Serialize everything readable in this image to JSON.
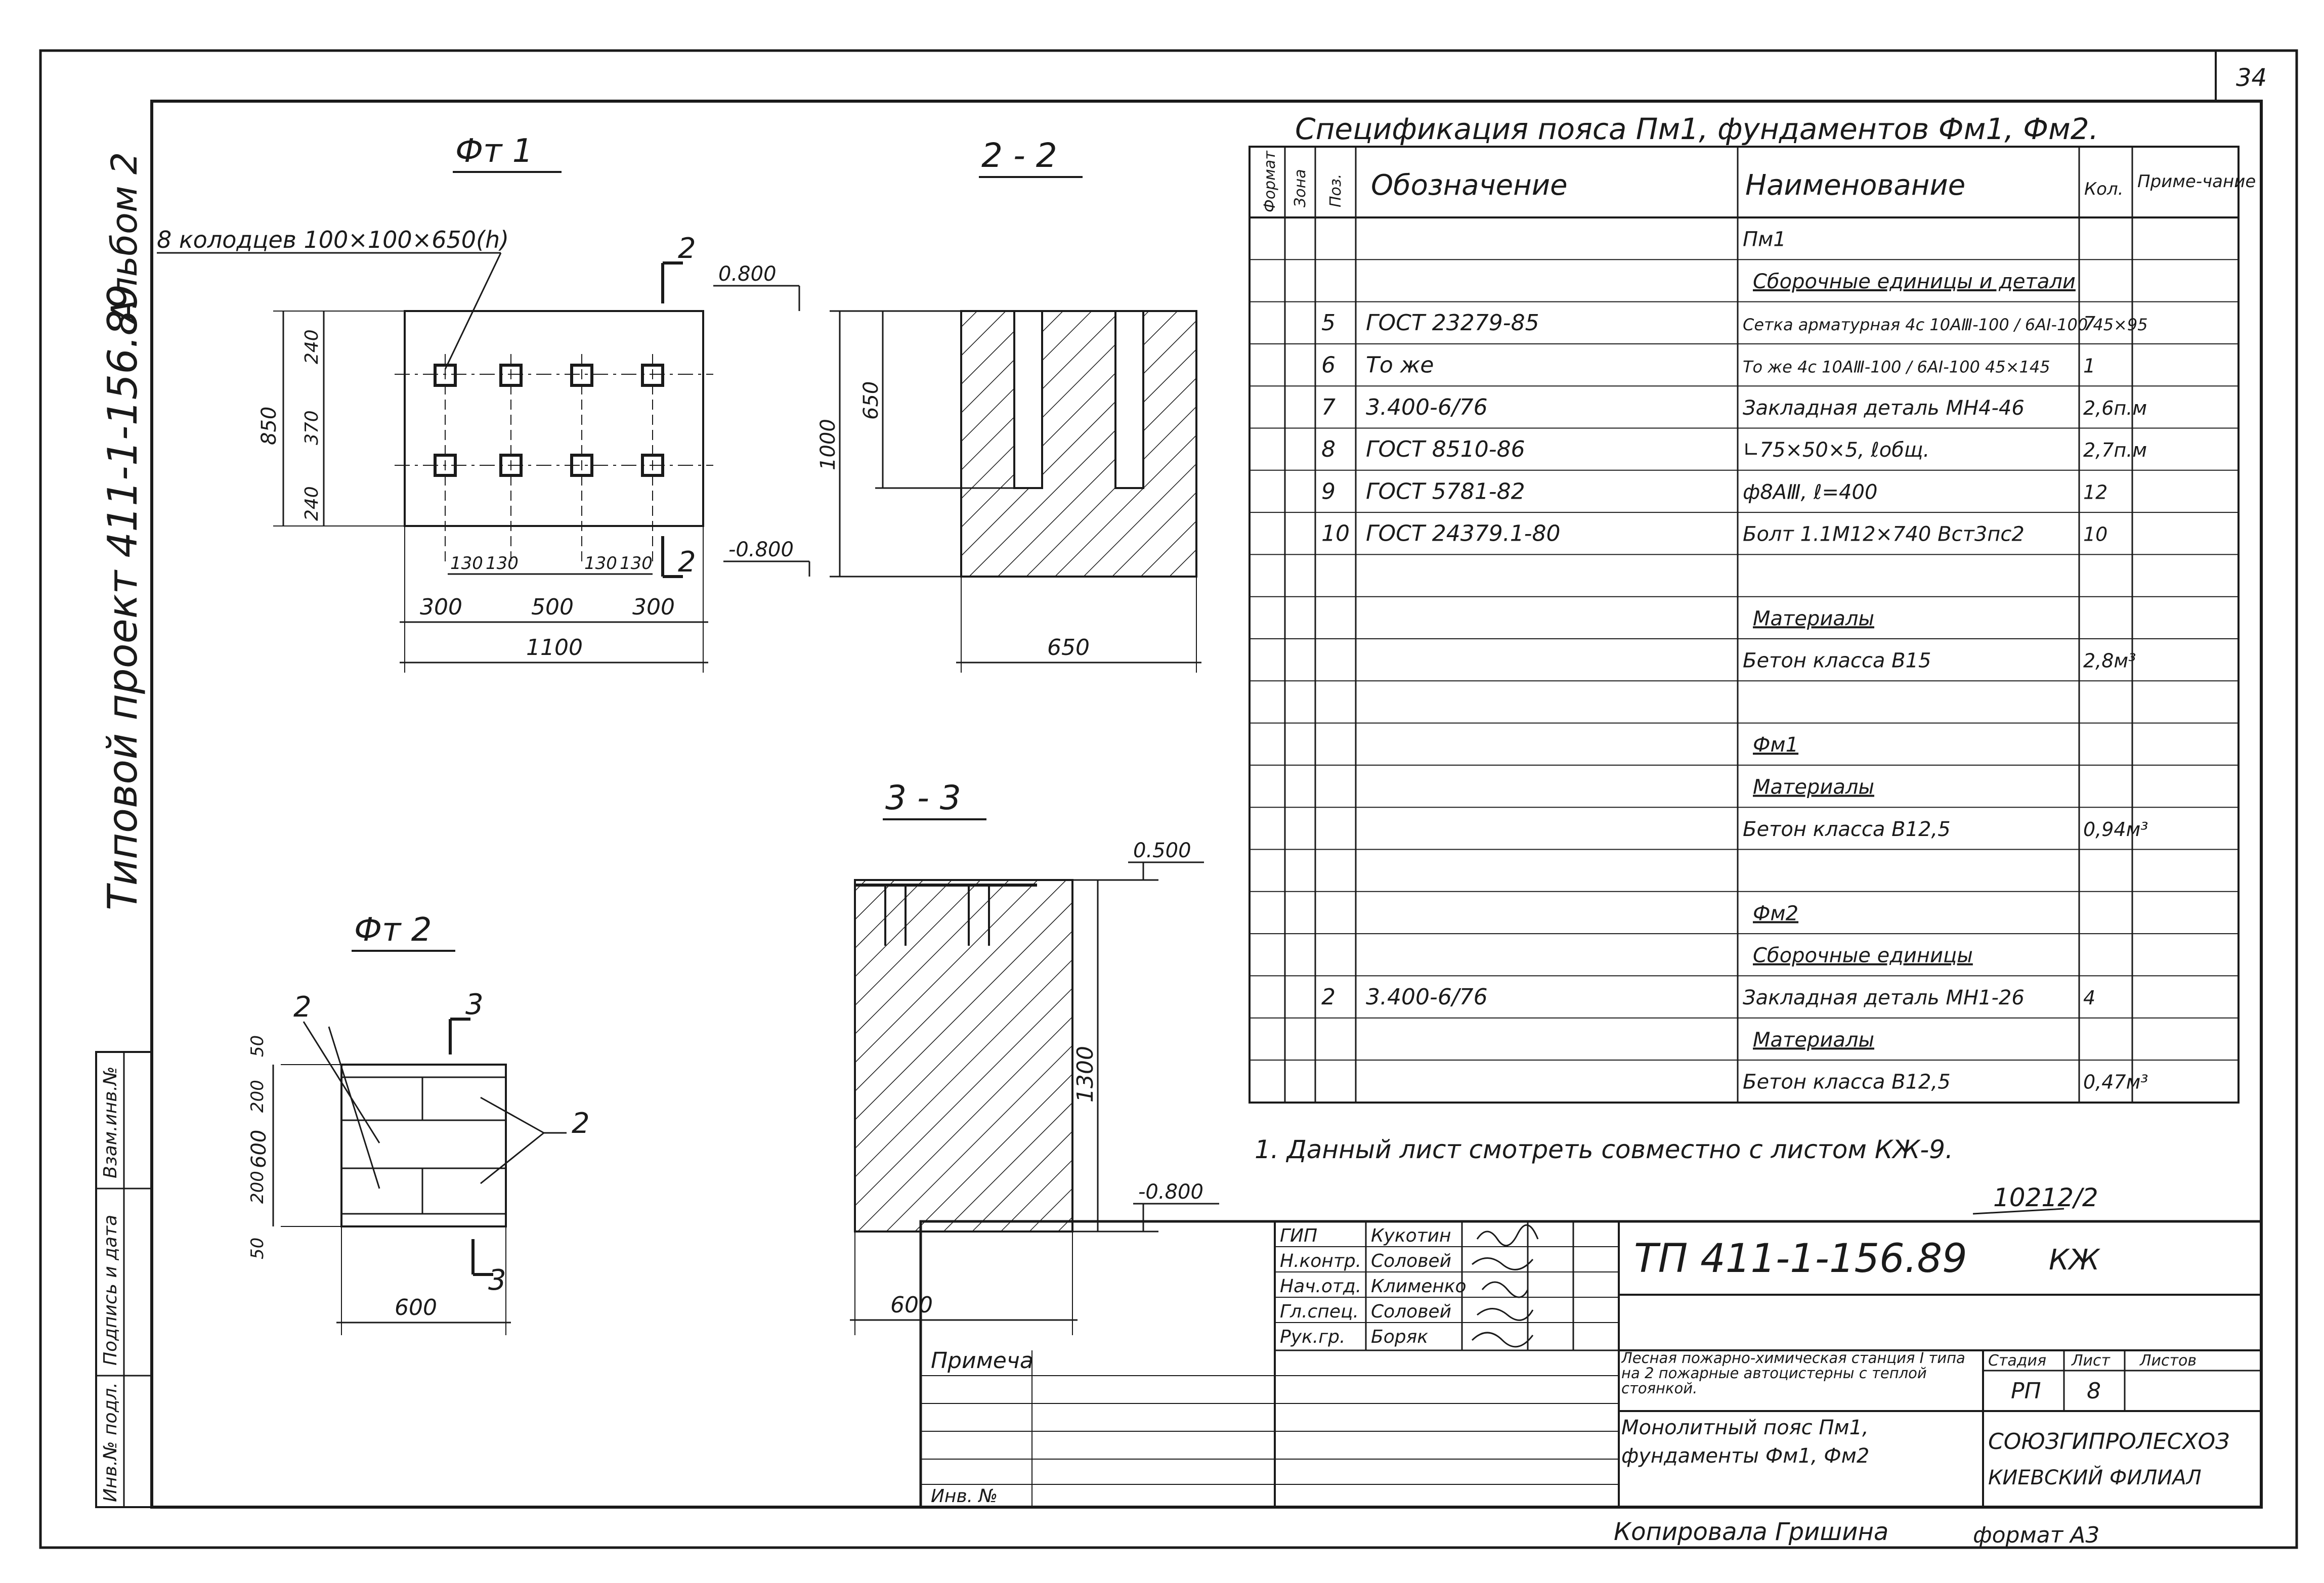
{
  "sheet_number": "34",
  "side_stamp": {
    "project": "Типовой проект 411-1-156.89",
    "album": "Альбом 2",
    "labels": [
      "Инв.№ подл.",
      "Подпись и дата",
      "Взам.инв.№"
    ]
  },
  "drawings": {
    "fm1": {
      "title": "Фт 1",
      "note": "8 колодцев 100×100×650(h)",
      "dims": {
        "h_total": "850",
        "h_top": "240",
        "h_mid": "370",
        "h_bot": "240",
        "w_left": "300",
        "w_mid": "500",
        "w_right": "300",
        "w_total": "1100",
        "w_small": [
          "130",
          "130",
          "130",
          "130"
        ]
      },
      "section_mark": "2"
    },
    "s22": {
      "title": "2 - 2",
      "elev_top": "0.800",
      "elev_bot": "-0.800",
      "dim_650": "650",
      "dim_1000": "1000",
      "dim_w": "650"
    },
    "s33": {
      "title": "3 - 3",
      "elev_top": "0.500",
      "elev_bot": "-0.800",
      "dim_h": "1300",
      "dim_w": "600"
    },
    "fm2": {
      "title": "Фт 2",
      "leader_left": "2",
      "leader_right": "2",
      "dims": {
        "h_total": "600",
        "d1": "50",
        "d2": "200",
        "d3": "200",
        "d4": "50",
        "w": "600"
      },
      "section_mark": "3"
    }
  },
  "spec": {
    "title": "Спецификация пояса Пм1, фундаментов Фм1, Фм2.",
    "headers": {
      "format": "Формат",
      "zone": "Зона",
      "pos": "Поз.",
      "designation": "Обозначение",
      "name": "Наименование",
      "qty": "Кол.",
      "note": "Приме-чание"
    },
    "rows": [
      {
        "pos": "",
        "designation": "",
        "name": "Пм1",
        "qty": "",
        "style": "plain"
      },
      {
        "pos": "",
        "designation": "",
        "name": "Сборочные единицы и детали",
        "qty": "",
        "style": "under"
      },
      {
        "pos": "5",
        "designation": "ГОСТ 23279-85",
        "name": "Сетка арматурная 4с 10АⅢ-100 / 6АI-100 45×95",
        "qty": "7",
        "style": "plain"
      },
      {
        "pos": "6",
        "designation": "То же",
        "name": "То же 4с 10АⅢ-100 / 6АI-100 45×145",
        "qty": "1",
        "style": "plain"
      },
      {
        "pos": "7",
        "designation": "3.400-6/76",
        "name": "Закладная деталь МН4-46",
        "qty": "2,6п.м",
        "style": "plain"
      },
      {
        "pos": "8",
        "designation": "ГОСТ 8510-86",
        "name": "∟75×50×5, ℓобщ.",
        "qty": "2,7п.м",
        "style": "plain"
      },
      {
        "pos": "9",
        "designation": "ГОСТ 5781-82",
        "name": "ф8АⅢ, ℓ=400",
        "qty": "12",
        "style": "plain"
      },
      {
        "pos": "10",
        "designation": "ГОСТ 24379.1-80",
        "name": "Болт 1.1М12×740 Вст3пс2",
        "qty": "10",
        "style": "plain"
      },
      {
        "pos": "",
        "designation": "",
        "name": "",
        "qty": "",
        "style": "plain"
      },
      {
        "pos": "",
        "designation": "",
        "name": "Материалы",
        "qty": "",
        "style": "under"
      },
      {
        "pos": "",
        "designation": "",
        "name": "Бетон класса В15",
        "qty": "2,8м³",
        "style": "plain"
      },
      {
        "pos": "",
        "designation": "",
        "name": "",
        "qty": "",
        "style": "plain"
      },
      {
        "pos": "",
        "designation": "",
        "name": "Фм1",
        "qty": "",
        "style": "under"
      },
      {
        "pos": "",
        "designation": "",
        "name": "Материалы",
        "qty": "",
        "style": "under"
      },
      {
        "pos": "",
        "designation": "",
        "name": "Бетон класса В12,5",
        "qty": "0,94м³",
        "style": "plain"
      },
      {
        "pos": "",
        "designation": "",
        "name": "",
        "qty": "",
        "style": "plain"
      },
      {
        "pos": "",
        "designation": "",
        "name": "Фм2",
        "qty": "",
        "style": "under"
      },
      {
        "pos": "",
        "designation": "",
        "name": "Сборочные единицы",
        "qty": "",
        "style": "under"
      },
      {
        "pos": "2",
        "designation": "3.400-6/76",
        "name": "Закладная деталь МН1-26",
        "qty": "4",
        "style": "plain"
      },
      {
        "pos": "",
        "designation": "",
        "name": "Материалы",
        "qty": "",
        "style": "under"
      },
      {
        "pos": "",
        "designation": "",
        "name": "Бетон класса В12,5",
        "qty": "0,47м³",
        "style": "plain"
      }
    ]
  },
  "note_line": "1. Данный лист смотреть совместно с листом КЖ-9.",
  "inventory_no": "10212/2",
  "title_block": {
    "code": "ТП 411-1-156.89",
    "mark": "КЖ",
    "people": [
      {
        "role": "ГИП",
        "name": "Кукотин"
      },
      {
        "role": "Н.контр.",
        "name": "Соловей"
      },
      {
        "role": "Нач.отд.",
        "name": "Клименко"
      },
      {
        "role": "Гл.спец.",
        "name": "Соловей"
      },
      {
        "role": "Рук.гр.",
        "name": "Боряк"
      }
    ],
    "project_name": "Лесная пожарно-химическая станция I типа на 2 пожарные автоцистерны с теплой стоянкой.",
    "sheet_name": "Монолитный пояс Пм1, фундаменты Фм1, Фм2",
    "stage_label": "Стадия",
    "sheet_label": "Лист",
    "sheets_label": "Листов",
    "stage": "РП",
    "sheet": "8",
    "org_line1": "СОЮЗГИПРОЛЕСХОЗ",
    "org_line2": "КИЕВСКИЙ ФИЛИАЛ",
    "primech": "Примеча",
    "inv": "Инв. №"
  },
  "footer": {
    "copied": "Копировала Гришина",
    "format": "формат А3"
  }
}
